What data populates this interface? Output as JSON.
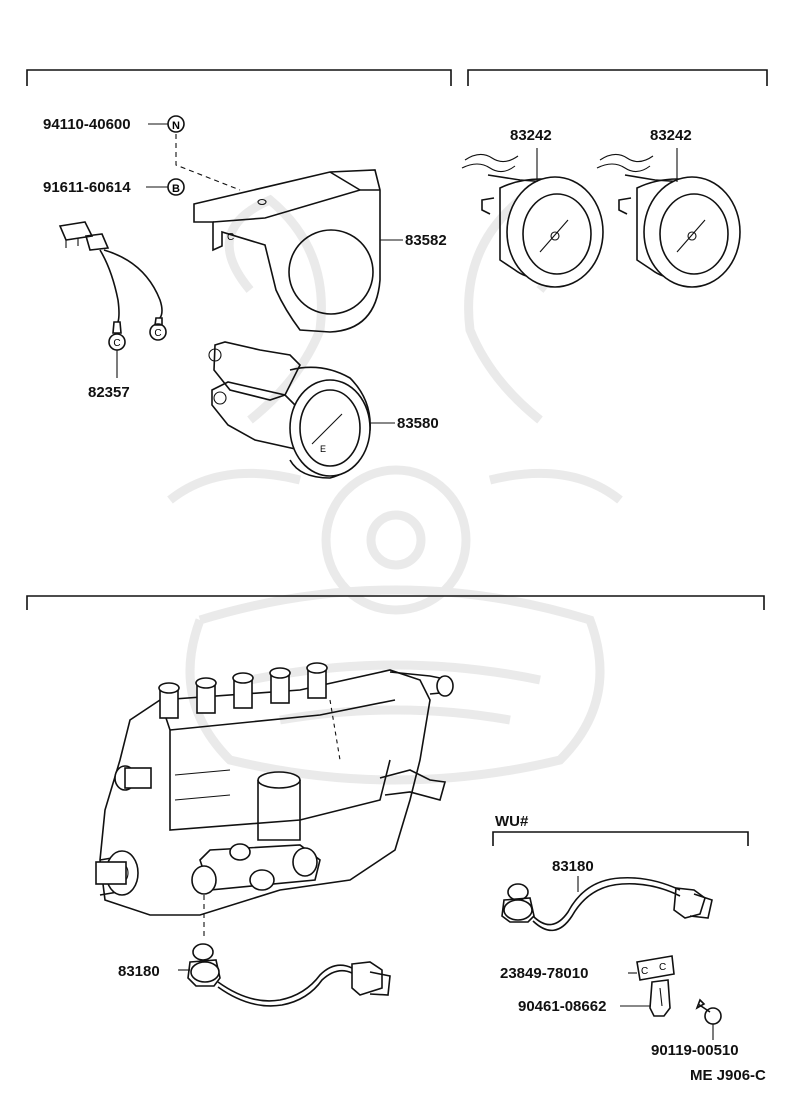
{
  "parts": {
    "nut": "94110-40600",
    "bolt": "91611-60614",
    "bracket": "83582",
    "gauge_left": "83242",
    "gauge_right": "83242",
    "wire_assy": "82357",
    "tachometer": "83580",
    "sensor_main": "83180",
    "sensor_wu": "83180",
    "clamp": "23849-78010",
    "clip": "90461-08662",
    "screw": "90119-00510"
  },
  "markers": {
    "nut": "N",
    "bolt": "B",
    "clamp": "C"
  },
  "sections": {
    "wu_label": "WU#"
  },
  "footer": {
    "code": "ME J906-C"
  }
}
